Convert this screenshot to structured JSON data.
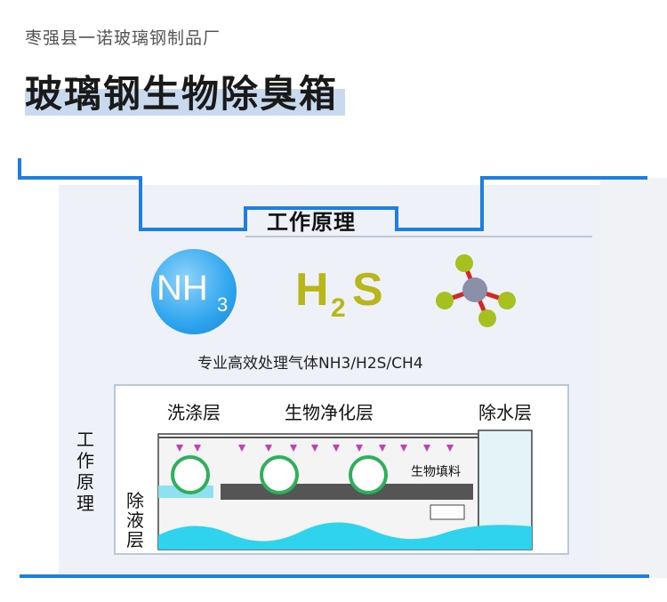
{
  "header": {
    "company": "枣强县一诺玻璃钢制品厂",
    "title": "玻璃钢生物除臭箱"
  },
  "section": {
    "title": "工作原理"
  },
  "gases": {
    "nh3_main": "NH",
    "nh3_sub": "3",
    "h2s_h": "H",
    "h2s_sub": "2",
    "h2s_s": "S"
  },
  "description": "专业高效处理气体NH3/H2S/CH4",
  "diagram": {
    "side_label": "工作原理",
    "wash_layer": "洗涤层",
    "bio_purify_layer": "生物净化层",
    "dewater_layer": "除水层",
    "bio_filler": "生物填料",
    "liquid_removal_layer": "除液层"
  },
  "colors": {
    "frame": "#1e7fe0",
    "title_highlight": "#c9d9ee",
    "nh3_circle": "#2ea5ee",
    "h2s_text": "#b8b71a",
    "molecule_ball": "#a6c11f",
    "molecule_bond": "#d7251f",
    "water": "#2fd3ee"
  }
}
